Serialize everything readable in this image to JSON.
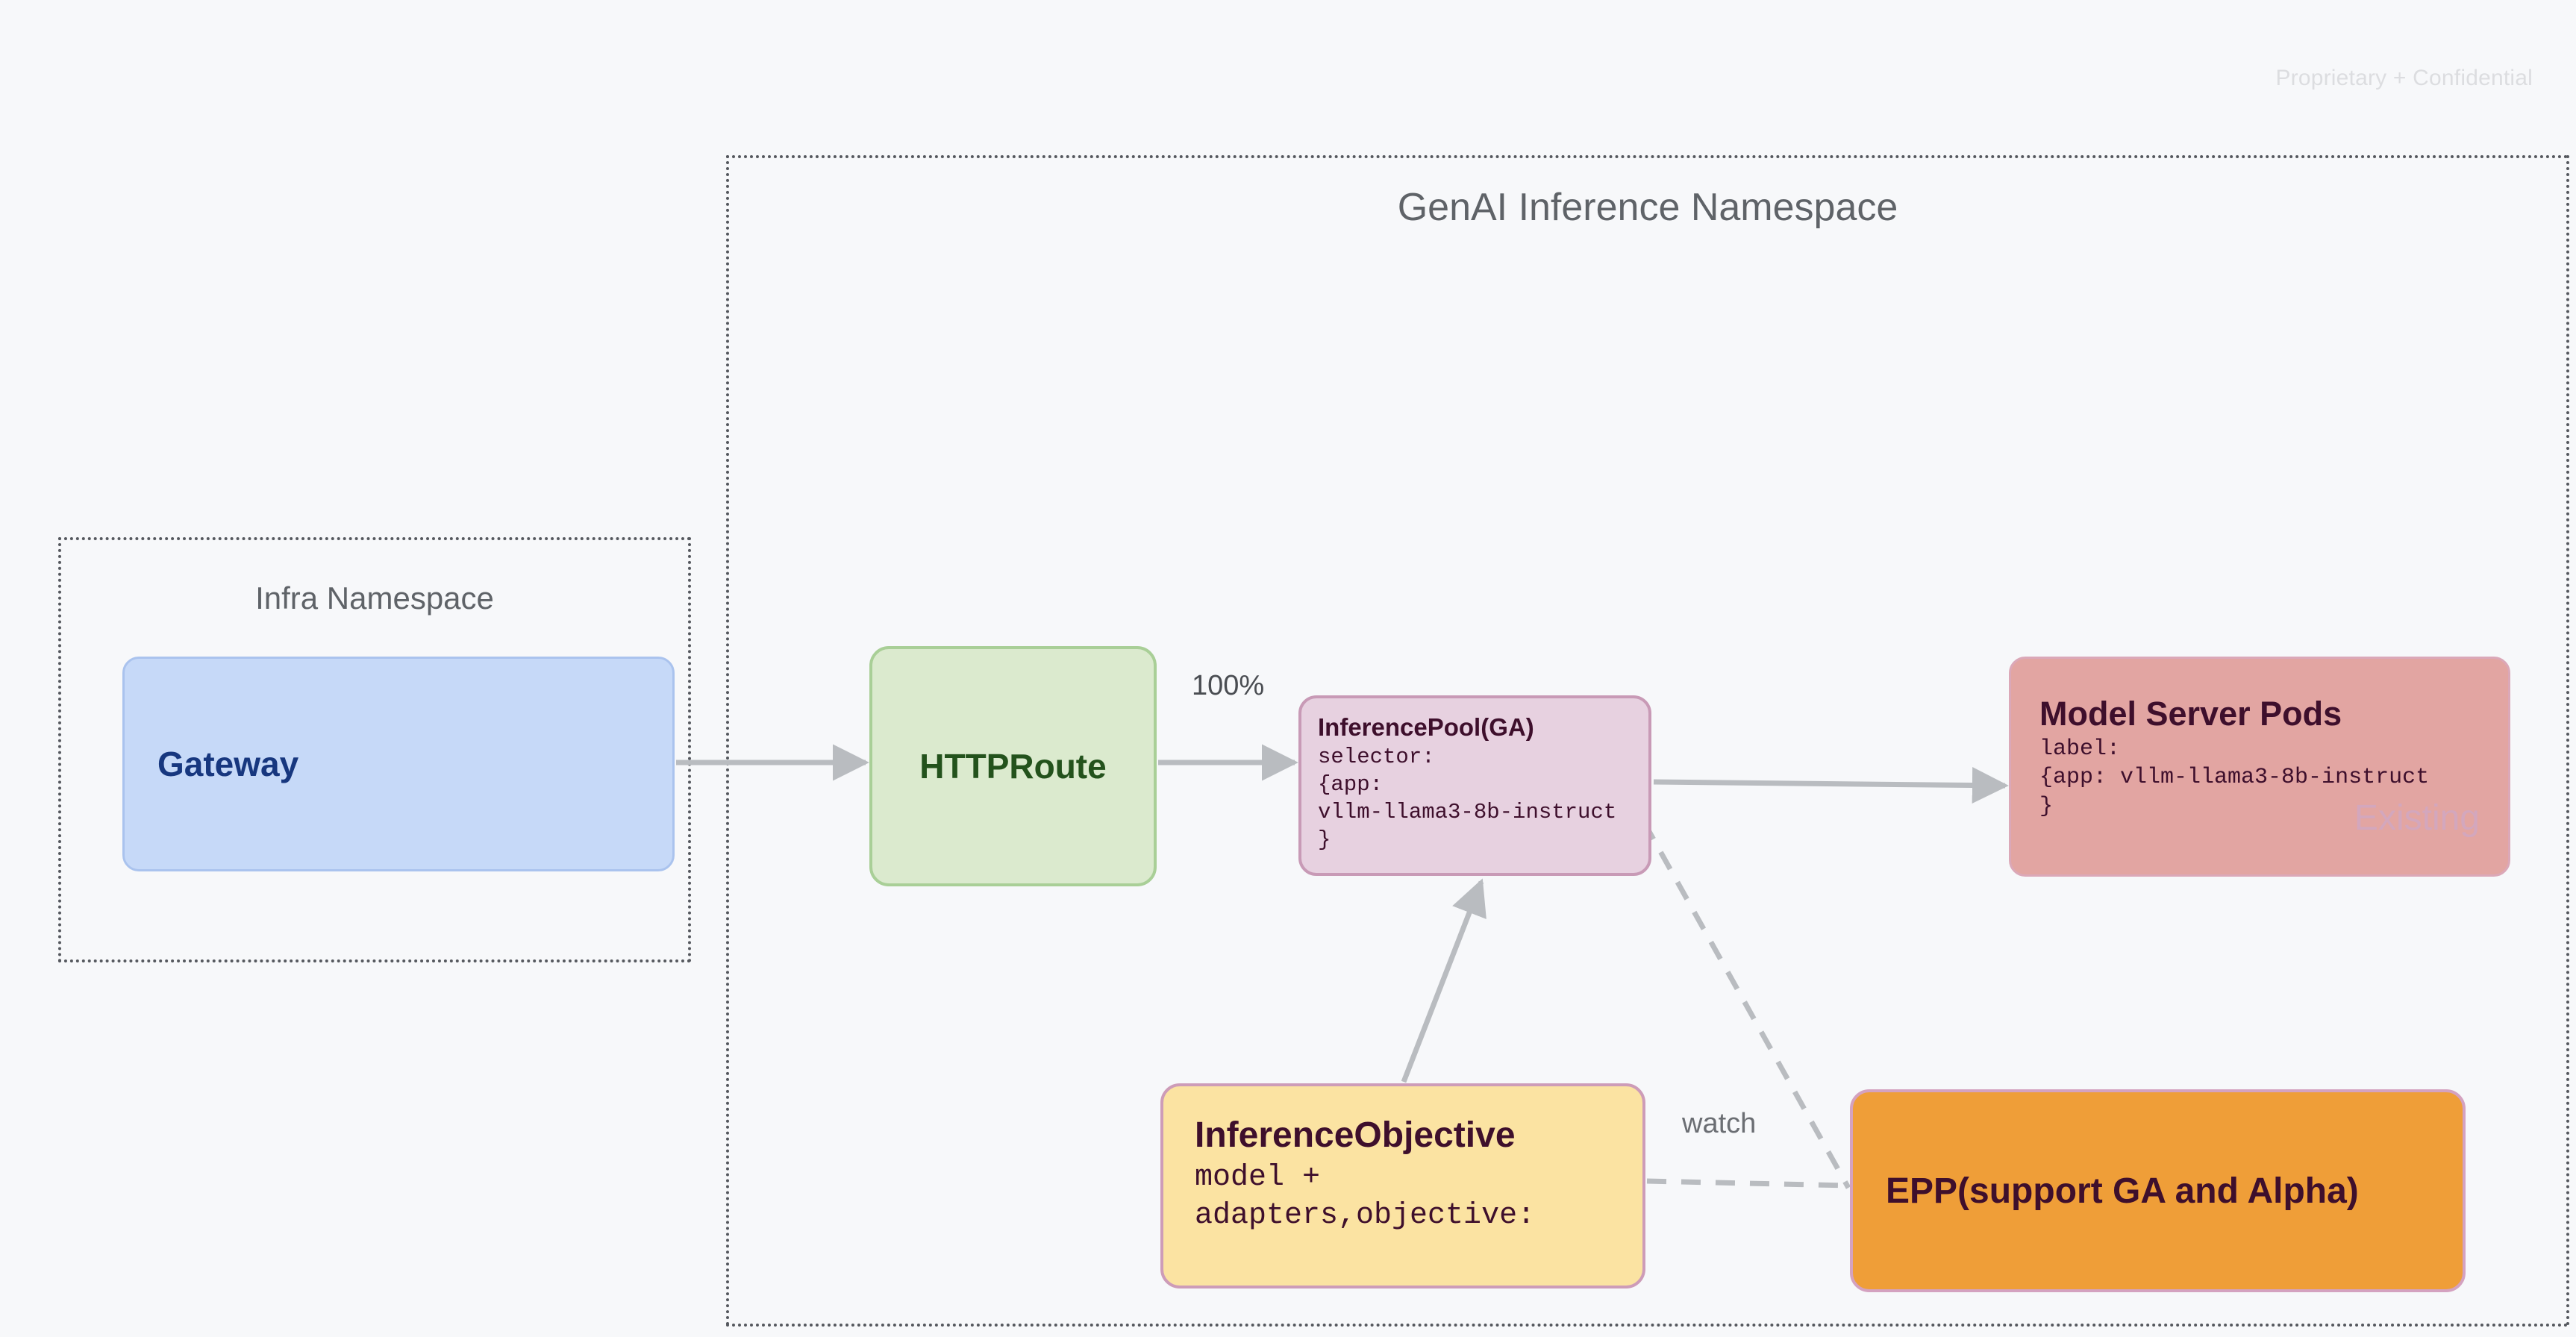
{
  "page": {
    "confidential_note": "Proprietary + Confidential",
    "background_color": "#f7f8fa"
  },
  "namespaces": [
    {
      "id": "infra",
      "title": "Infra Namespace",
      "border_style": "dotted",
      "border_color": "#55585e"
    },
    {
      "id": "genai",
      "title": "GenAI Inference Namespace",
      "border_style": "dotted",
      "border_color": "#55585e"
    }
  ],
  "nodes": {
    "gateway": {
      "title": "Gateway",
      "fill": "#c6d9f8",
      "border": "#aac3ee",
      "text_color": "#17377f"
    },
    "httproute": {
      "title": "HTTPRoute",
      "fill": "#dbeace",
      "border": "#a9cf97",
      "text_color": "#23521c"
    },
    "inferencepool": {
      "title": "InferencePool(GA)",
      "body": "selector:\n{app:\nvllm-llama3-8b-instruct\n}",
      "fill": "#e7d1e0",
      "border": "#c89ab6",
      "text_color": "#3e0f2c"
    },
    "modelpods": {
      "title": "Model Server Pods",
      "body": "label:\n{app: vllm-llama3-8b-instruct\n}",
      "stamp": "Existing",
      "fill": "#e2a5a2",
      "border": "#dba8b8",
      "text_color": "#3e0f2c",
      "stamp_color": "#d3a7bd"
    },
    "inferenceobjective": {
      "title": "InferenceObjective",
      "body": "model +\nadapters,objective:",
      "fill": "#fbe3a2",
      "border": "#cd9cb8",
      "text_color": "#3e0f2c"
    },
    "epp": {
      "title": "EPP(support GA and Alpha)",
      "fill": "#ef9e38",
      "border": "#d4a2c0",
      "text_color": "#3e0f2c"
    }
  },
  "edges": [
    {
      "id": "gateway-to-httproute",
      "from": "gateway",
      "to": "httproute",
      "style": "solid",
      "label": ""
    },
    {
      "id": "httproute-to-inferencepool",
      "from": "httproute",
      "to": "inferencepool",
      "style": "solid",
      "label": "100%"
    },
    {
      "id": "inferencepool-to-modelpods",
      "from": "inferencepool",
      "to": "modelpods",
      "style": "solid",
      "label": ""
    },
    {
      "id": "inferenceobjective-to-inferencepool",
      "from": "inferenceobjective",
      "to": "inferencepool",
      "style": "solid",
      "label": ""
    },
    {
      "id": "inferenceobjective-to-epp",
      "from": "inferenceobjective",
      "to": "epp",
      "style": "dashed",
      "label": "watch"
    },
    {
      "id": "inferencepool-to-epp",
      "from": "inferencepool",
      "to": "epp",
      "style": "dashed",
      "label": ""
    }
  ],
  "edge_color": "#b9bcc0"
}
